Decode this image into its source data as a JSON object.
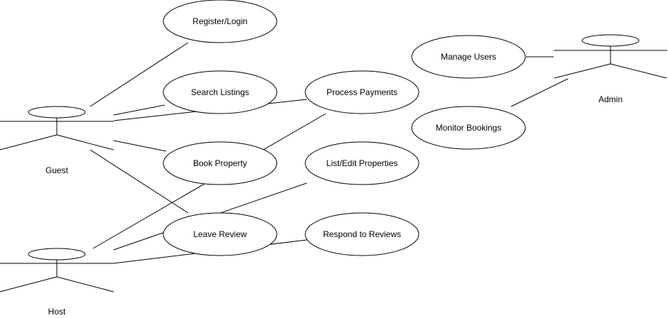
{
  "diagram": {
    "actors": {
      "guest": {
        "label": "Guest"
      },
      "host": {
        "label": "Host"
      },
      "admin": {
        "label": "Admin"
      }
    },
    "use_cases": {
      "register_login": {
        "label": "Register/Login"
      },
      "search_listings": {
        "label": "Search Listings"
      },
      "process_payments": {
        "label": "Process Payments"
      },
      "book_property": {
        "label": "Book Property"
      },
      "list_edit_properties": {
        "label": "List/Edit Properties"
      },
      "leave_review": {
        "label": "Leave Review"
      },
      "respond_to_reviews": {
        "label": "Respond to Reviews"
      },
      "manage_users": {
        "label": "Manage Users"
      },
      "monitor_bookings": {
        "label": "Monitor Bookings"
      }
    },
    "associations": [
      {
        "from": "Guest",
        "to": "Register/Login"
      },
      {
        "from": "Guest",
        "to": "Search Listings"
      },
      {
        "from": "Guest",
        "to": "Process Payments"
      },
      {
        "from": "Guest",
        "to": "Book Property"
      },
      {
        "from": "Guest",
        "to": "Leave Review"
      },
      {
        "from": "Host",
        "to": "Process Payments"
      },
      {
        "from": "Host",
        "to": "List/Edit Properties"
      },
      {
        "from": "Host",
        "to": "Respond to Reviews"
      },
      {
        "from": "Admin",
        "to": "Manage Users"
      },
      {
        "from": "Admin",
        "to": "Monitor Bookings"
      }
    ],
    "colors": {
      "stroke": "#000000",
      "fill": "#ffffff",
      "background": "#ffffff"
    }
  }
}
